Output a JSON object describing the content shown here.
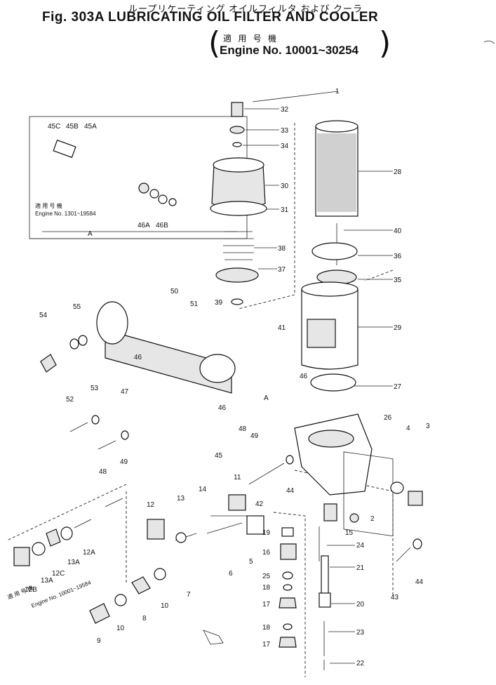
{
  "header": {
    "jp_title": "ループリケーティング オイルフィルタ および クーラ",
    "fig_title": "Fig. 303A   LUBRICATING   OIL   FILTER AND COOLER",
    "applicability_jp": "適 用 号 機",
    "engine_range": "Engine No. 10001~30254"
  },
  "inset_top": {
    "labels": [
      "45C",
      "45B",
      "45A",
      "46A",
      "46B",
      "A"
    ],
    "applicability_jp": "適 用 号 機",
    "engine_note": "Engine No. 1301~19584"
  },
  "inset_bottom": {
    "applicability_jp": "適 用 号 機",
    "engine_note": "Engine No. 10001~19584"
  },
  "callouts": {
    "c1": "1",
    "c2": "2",
    "c3": "3",
    "c4": "4",
    "c5": "5",
    "c6": "6",
    "c7": "7",
    "c8": "8",
    "c9": "9",
    "c10a": "10",
    "c10b": "10",
    "c11": "11",
    "c12": "12",
    "c12a": "12A",
    "c12b": "12B",
    "c12c": "12C",
    "c13": "13",
    "c13a1": "13A",
    "c13a2": "13A",
    "c14": "14",
    "c15": "15",
    "c16": "16",
    "c17a": "17",
    "c17b": "17",
    "c18a": "18",
    "c18b": "18",
    "c19": "19",
    "c20": "20",
    "c21": "21",
    "c22": "22",
    "c23": "23",
    "c24": "24",
    "c25": "25",
    "c26": "26",
    "c27": "27",
    "c28": "28",
    "c29": "29",
    "c30": "30",
    "c31": "31",
    "c32": "32",
    "c33": "33",
    "c34": "34",
    "c35": "35",
    "c36": "36",
    "c37": "37",
    "c38": "38",
    "c39": "39",
    "c40": "40",
    "c41": "41",
    "c42": "42",
    "c43": "43",
    "c44a": "44",
    "c44b": "44",
    "c45": "45",
    "c46a": "46",
    "c46b": "46",
    "c46c": "46",
    "c47": "47",
    "c48a": "48",
    "c48b": "48",
    "c49a": "49",
    "c49b": "49",
    "c50": "50",
    "c51": "51",
    "c52": "52",
    "c53": "53",
    "c54": "54",
    "c55": "55",
    "cA": "A"
  }
}
